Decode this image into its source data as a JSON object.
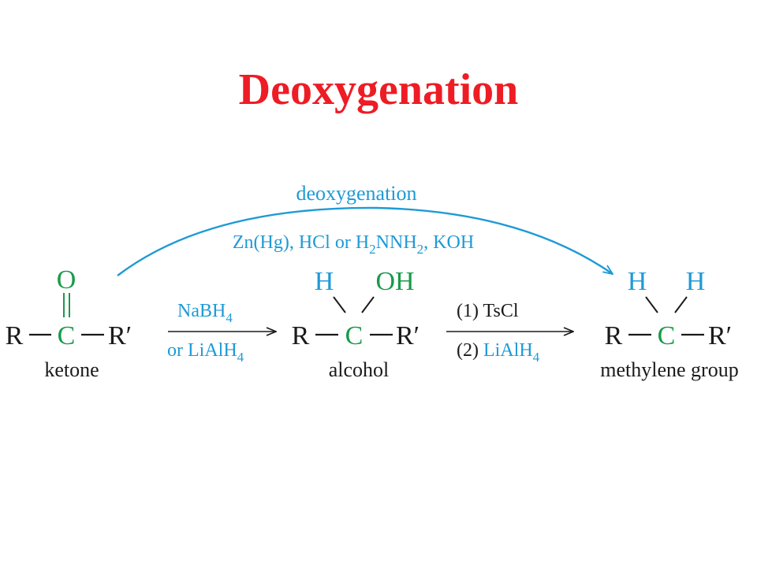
{
  "title": "Deoxygenation",
  "colors": {
    "title": "#ee1c24",
    "blue": "#1e9ad6",
    "green": "#1a9a49",
    "black": "#1a1a1a"
  },
  "curved_arrow": {
    "label": "deoxygenation",
    "reagents": {
      "part1": "Zn(Hg), HCl or H",
      "sub1": "2",
      "part2": "NNH",
      "sub2": "2",
      "part3": ", KOH"
    }
  },
  "ketone": {
    "oxygen": "O",
    "r_left": "R",
    "carbon": "C",
    "r_right": "R′",
    "caption": "ketone"
  },
  "step1": {
    "reagent_top": {
      "main": "NaBH",
      "sub": "4"
    },
    "reagent_bottom": {
      "main": "or LiAlH",
      "sub": "4"
    }
  },
  "alcohol": {
    "h": "H",
    "oh": "OH",
    "r_left": "R",
    "carbon": "C",
    "r_right": "R′",
    "caption": "alcohol"
  },
  "step2": {
    "reagent_top": "(1) TsCl",
    "reagent_bottom": {
      "prefix": "(2) ",
      "main": "LiAlH",
      "sub": "4"
    }
  },
  "methylene": {
    "h_left": "H",
    "h_right": "H",
    "r_left": "R",
    "carbon": "C",
    "r_right": "R′",
    "caption": "methylene group"
  }
}
